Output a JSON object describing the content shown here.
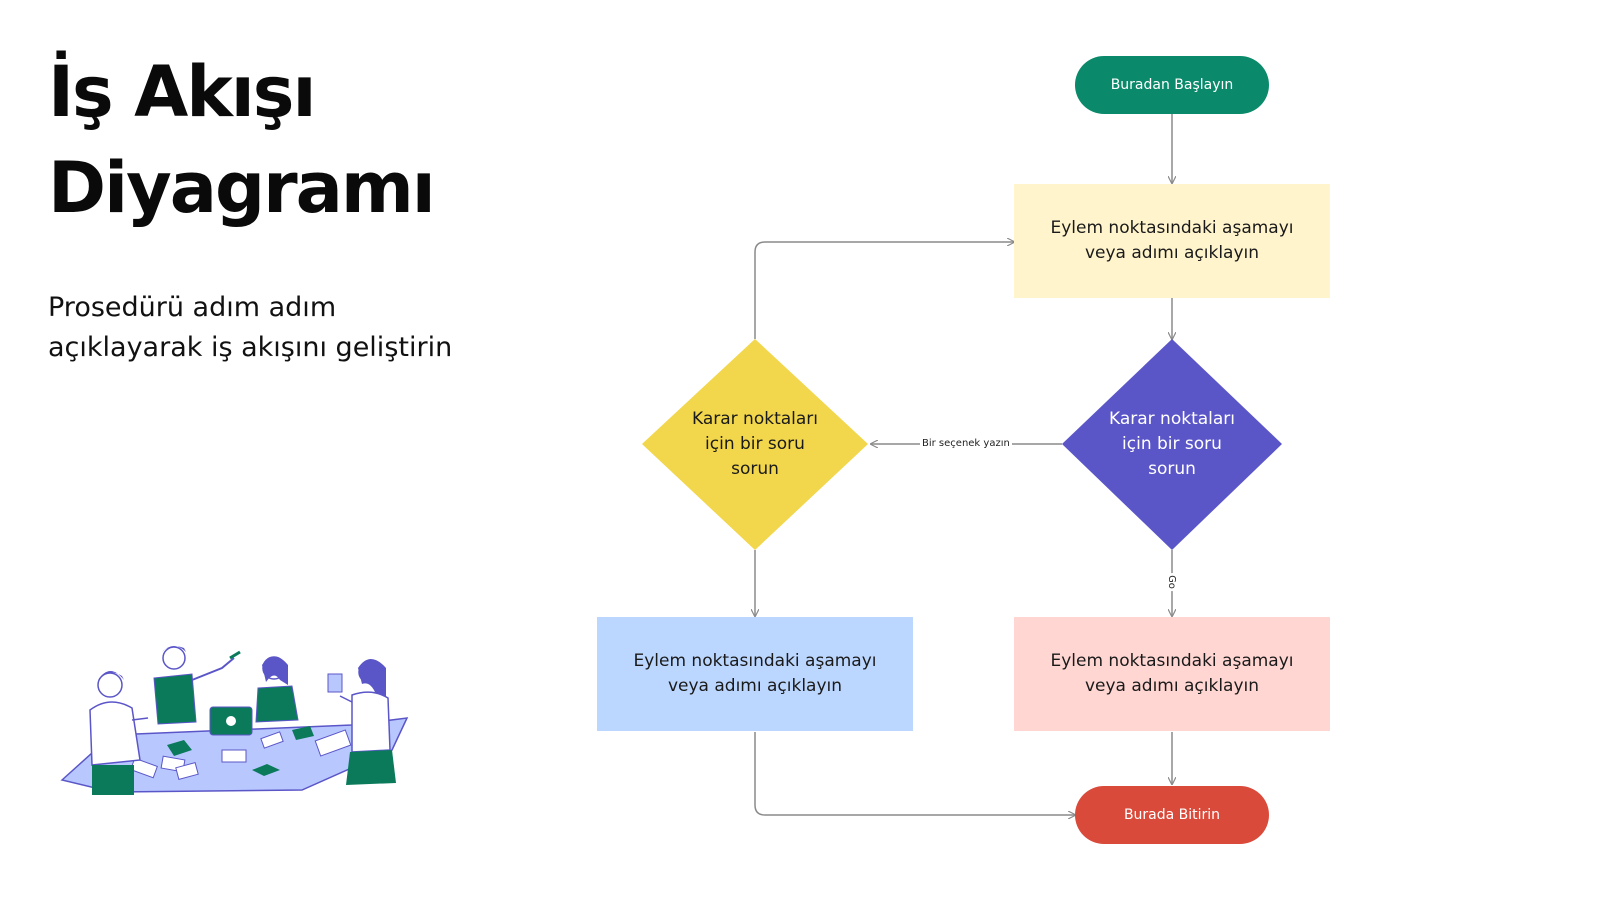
{
  "page": {
    "title_line1": "İş Akışı",
    "title_line2": "Diyagramı",
    "subtitle_line1": "Prosedürü adım adım",
    "subtitle_line2": "açıklayarak iş akışını geliştirin"
  },
  "flowchart": {
    "start": {
      "label": "Buradan Başlayın",
      "color": "#0a8a6a"
    },
    "step_top": {
      "label": "Eylem noktasındaki aşamayı veya adımı açıklayın",
      "color": "#fff4cc"
    },
    "decision_right": {
      "label": "Karar noktaları için bir soru sorun",
      "color": "#5b56c8"
    },
    "decision_left": {
      "label": "Karar noktaları için bir soru sorun",
      "color": "#f2d64b"
    },
    "step_bottom_left": {
      "label": "Eylem noktasındaki aşamayı veya adımı açıklayın",
      "color": "#bcd7ff"
    },
    "step_bottom_right": {
      "label": "Eylem noktasındaki aşamayı veya adımı açıklayın",
      "color": "#ffd6d2"
    },
    "end": {
      "label": "Burada Bitirin",
      "color": "#d94a3a"
    },
    "edge_label_option": "Bir seçenek yazın",
    "edge_label_go": "Go",
    "connector_color": "#8a8a8a"
  },
  "illustration": {
    "icon": "team-meeting-illustration",
    "accent_green": "#0a7a5a",
    "accent_blue": "#b8c8ff",
    "accent_purple": "#5b56c8"
  }
}
